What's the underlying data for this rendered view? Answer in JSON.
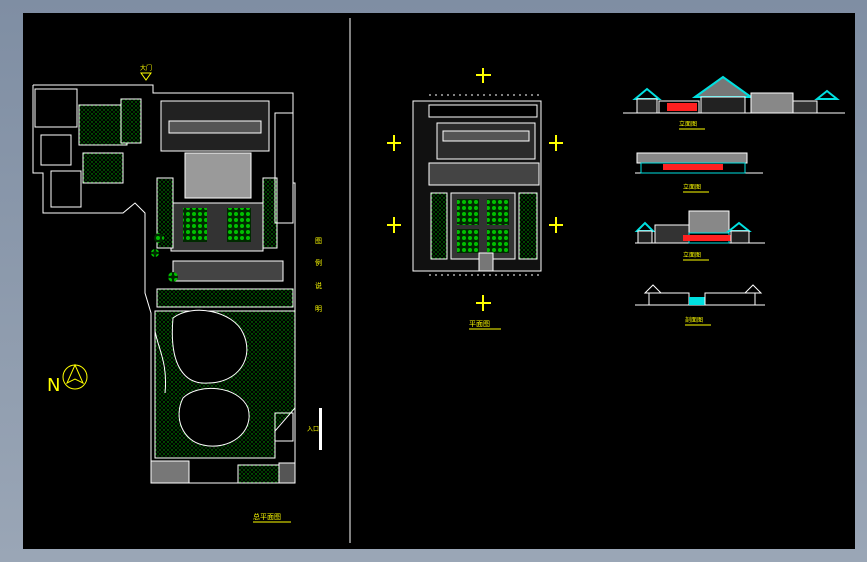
{
  "colors": {
    "frame": "#8a97a8",
    "canvas": "#000000",
    "line": "#ffffff",
    "label": "#ffff00",
    "hatch": "#00a000",
    "roof": "#9a9a9a",
    "accent_cyan": "#00e0e0",
    "accent_red": "#ff2020"
  },
  "labels": {
    "north_mark": "N",
    "site_plan_title": "总平面图",
    "floor_plan_title": "平面图",
    "elevation_1_title": "立面图",
    "elevation_2_title": "立面图",
    "elevation_3_title": "立面图",
    "section_title": "剖面图",
    "entrance_tag": "入口",
    "gate_tag": "大门",
    "legend_1": "图",
    "legend_2": "例",
    "legend_3": "说",
    "legend_4": "明"
  },
  "icons": {
    "north_arrow": "north-arrow-icon",
    "section_marker": "section-marker-icon"
  }
}
